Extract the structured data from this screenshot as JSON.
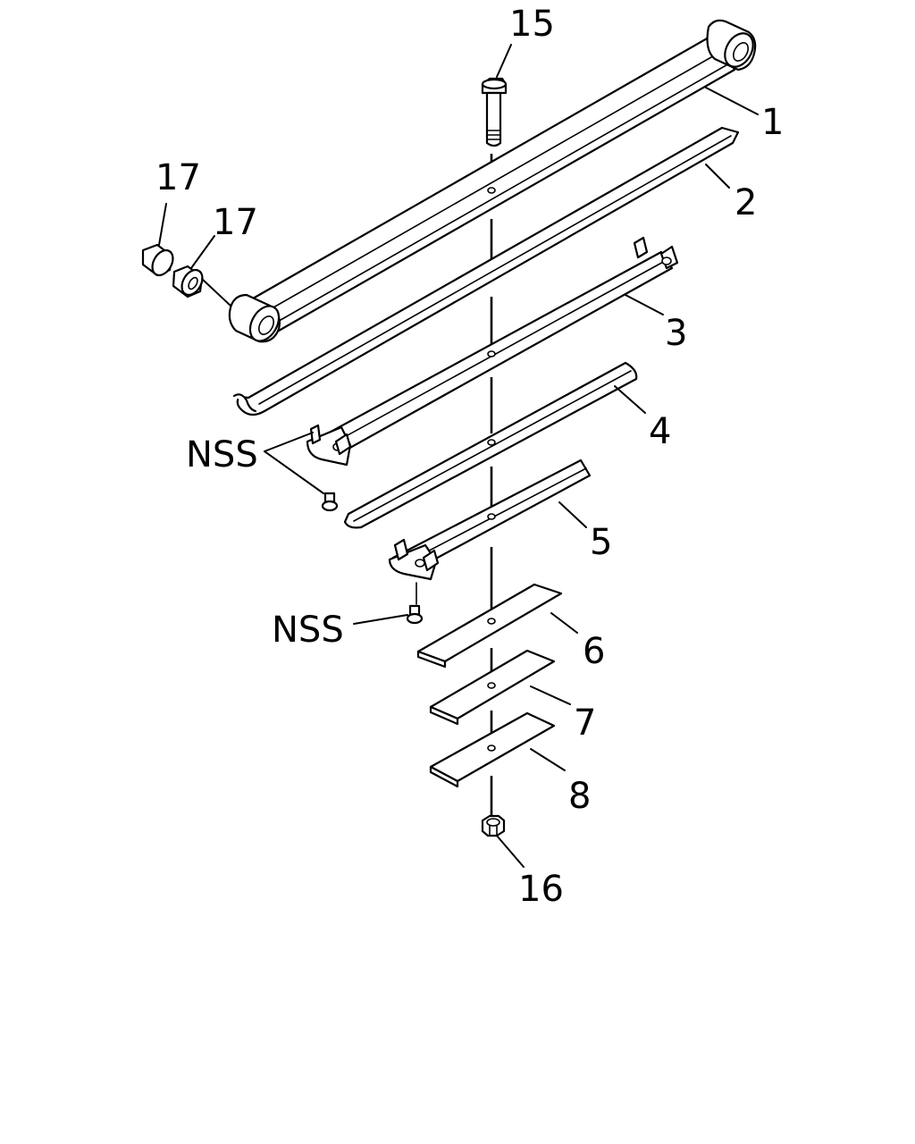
{
  "callouts": {
    "c1": "1",
    "c2": "2",
    "c3": "3",
    "c4": "4",
    "c5": "5",
    "c6": "6",
    "c7": "7",
    "c8": "8",
    "c15": "15",
    "c16": "16",
    "c17a": "17",
    "c17b": "17",
    "nss_upper": "NSS",
    "nss_lower": "NSS"
  }
}
